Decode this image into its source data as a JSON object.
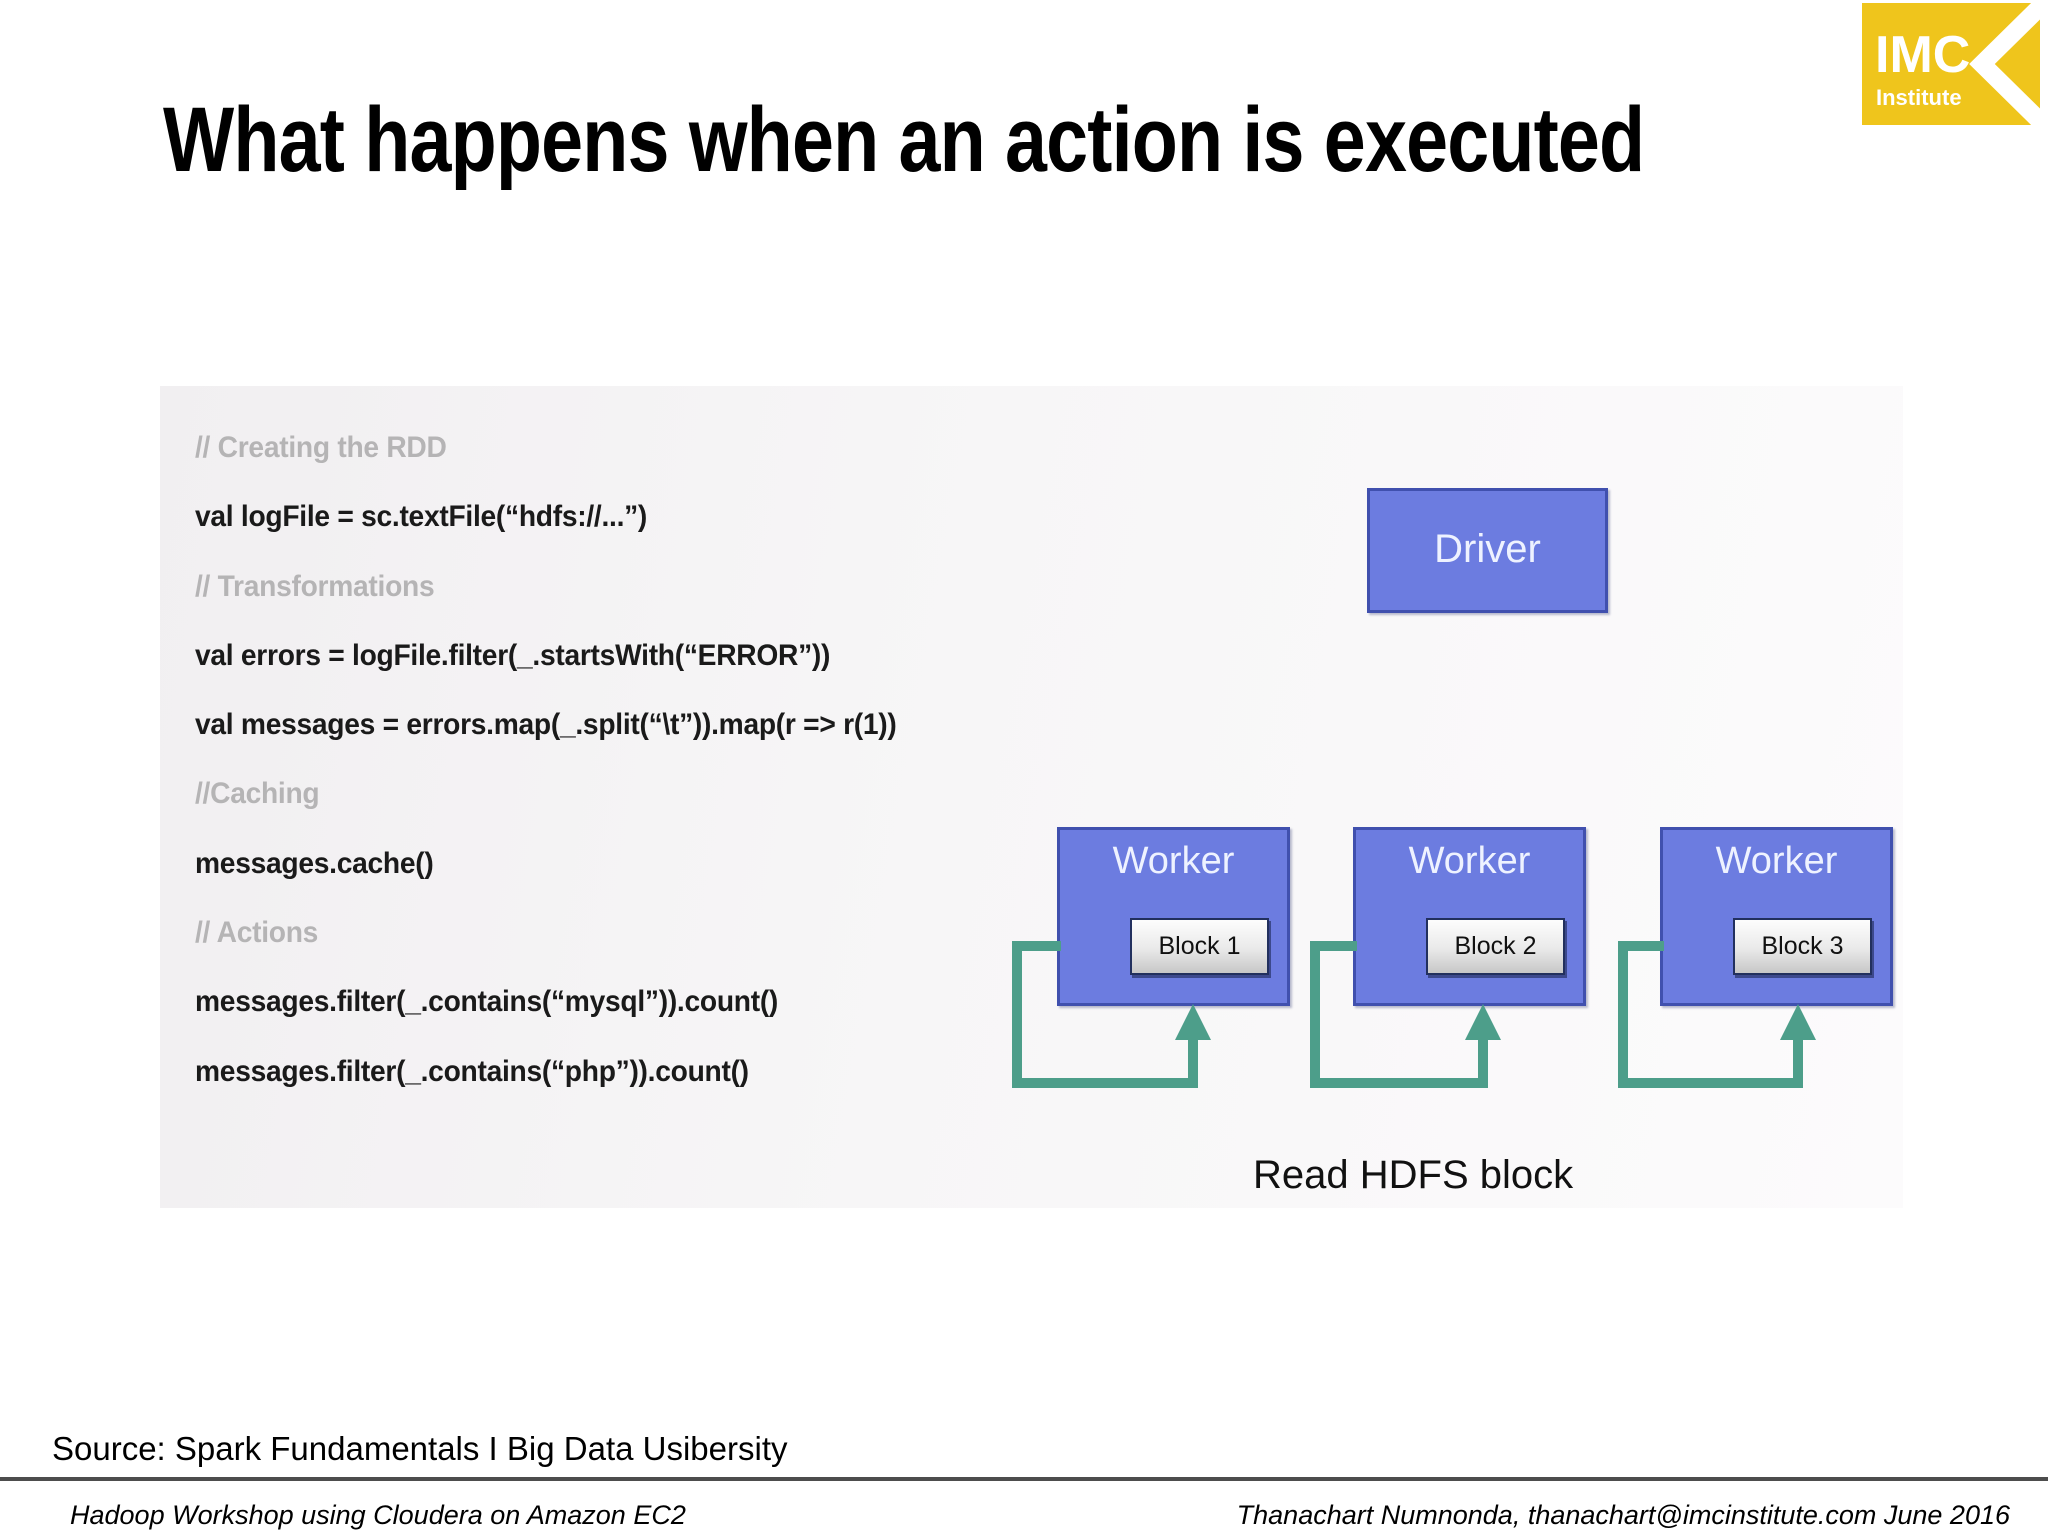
{
  "title": "What happens when an action is executed",
  "logo": {
    "brand": "IMC",
    "sub": "Institute",
    "bg_color": "#efc51c"
  },
  "code": {
    "lines": [
      {
        "type": "comment",
        "text": "// Creating the RDD"
      },
      {
        "type": "code",
        "text": "val logFile = sc.textFile(“hdfs://...”)"
      },
      {
        "type": "comment",
        "text": "// Transformations"
      },
      {
        "type": "code",
        "text": "val errors = logFile.filter(_.startsWith(“ERROR”))"
      },
      {
        "type": "code",
        "text": "val messages = errors.map(_.split(“\\t”)).map(r => r(1))"
      },
      {
        "type": "comment",
        "text": "//Caching"
      },
      {
        "type": "code",
        "text": "messages.cache()"
      },
      {
        "type": "comment",
        "text": "// Actions"
      },
      {
        "type": "code",
        "text": "messages.filter(_.contains(“mysql”)).count()"
      },
      {
        "type": "code",
        "text": "messages.filter(_.contains(“php”)).count()"
      }
    ]
  },
  "diagram": {
    "driver_label": "Driver",
    "workers": [
      {
        "label": "Worker",
        "block": "Block 1"
      },
      {
        "label": "Worker",
        "block": "Block 2"
      },
      {
        "label": "Worker",
        "block": "Block 3"
      }
    ],
    "caption": "Read HDFS block",
    "colors": {
      "box_fill": "#6c7ce0",
      "box_border": "#4050ae",
      "arrow": "#4d9e8a"
    }
  },
  "source_line": "Source: Spark Fundamentals I Big Data Usibersity",
  "footer": {
    "left": "Hadoop Workshop using Cloudera on Amazon EC2",
    "right": "Thanachart Numnonda,  thanachart@imcinstitute.com  June 2016"
  }
}
